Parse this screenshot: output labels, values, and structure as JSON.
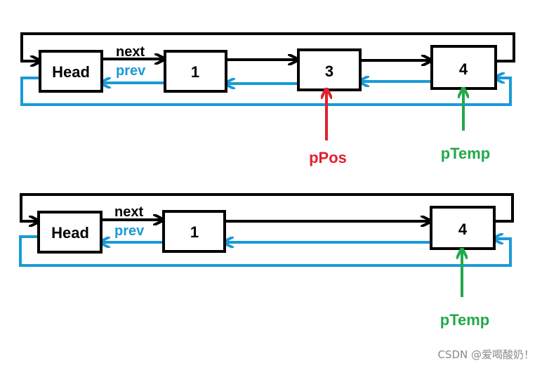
{
  "diagram1": {
    "nodes": {
      "head": "Head",
      "n1": "1",
      "n3": "3",
      "n4": "4"
    },
    "next_label": "next",
    "prev_label": "prev",
    "ppos_label": "pPos",
    "ptemp_label": "pTemp"
  },
  "diagram2": {
    "nodes": {
      "head": "Head",
      "n1": "1",
      "n4": "4"
    },
    "next_label": "next",
    "prev_label": "prev",
    "ptemp_label": "pTemp"
  },
  "watermark": "CSDN @爱喝酸奶！",
  "colors": {
    "next": "#000000",
    "prev": "#1a9ad6",
    "ppos": "#e0202e",
    "ptemp": "#22a94a"
  }
}
